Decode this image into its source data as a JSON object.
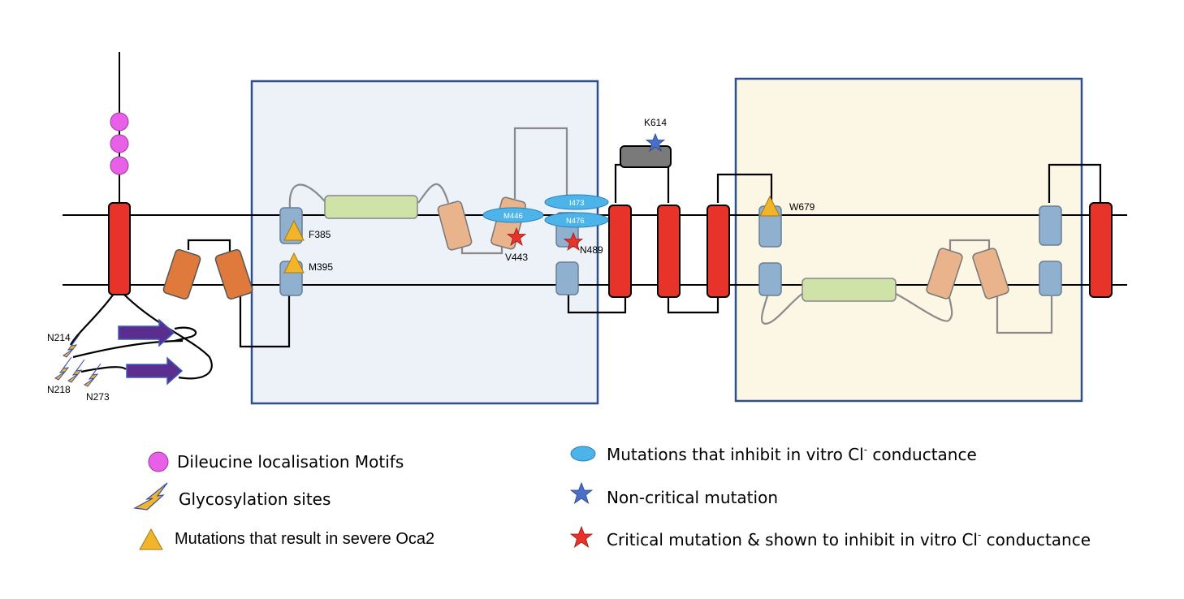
{
  "colors": {
    "tm_red": "#e8332a",
    "orange": "#e07a3c",
    "light_orange": "#e9b38c",
    "steel_blue": "#8fb0cf",
    "light_green": "#cfe2a8",
    "grey_box": "#7a7a7a",
    "purple_arrow": "#5b2d8f",
    "blue_domain_bg": "#edf1f8",
    "yellow_domain_bg": "#fcf6e4",
    "domain_border": "#2f4f8a",
    "pink_motif": "#e860e8",
    "cyan_ellipse": "#4db4ea",
    "yellow_triangle": "#f2b429",
    "blue_star": "#4a6fc6",
    "red_star": "#e8332a"
  },
  "icons": [
    "pink-circle-icon",
    "lightning-icon",
    "yellow-triangle-icon",
    "cyan-ellipse-icon",
    "blue-star-icon",
    "red-star-icon"
  ],
  "labels": {
    "n214": "N214",
    "n218": "N218",
    "n273": "N273",
    "f385": "F385",
    "m395": "M395",
    "m446": "M446",
    "i473": "I473",
    "n476": "N476",
    "v443": "V443",
    "n489": "N489",
    "k614": "K614",
    "w679": "W679"
  },
  "legend": {
    "dileucine": "Dileucine localisation Motifs",
    "glycosylation": "Glycosylation sites",
    "severe_oca2": "Mutations that result in severe Oca2",
    "inhibit_cl_prefix": "Mutations that inhibit in vitro Cl",
    "inhibit_cl_suffix": " conductance",
    "non_critical": "Non-critical mutation",
    "critical_prefix": "Critical mutation & shown to inhibit in vitro Cl",
    "critical_suffix": " conductance",
    "superscript_minus": "-"
  }
}
